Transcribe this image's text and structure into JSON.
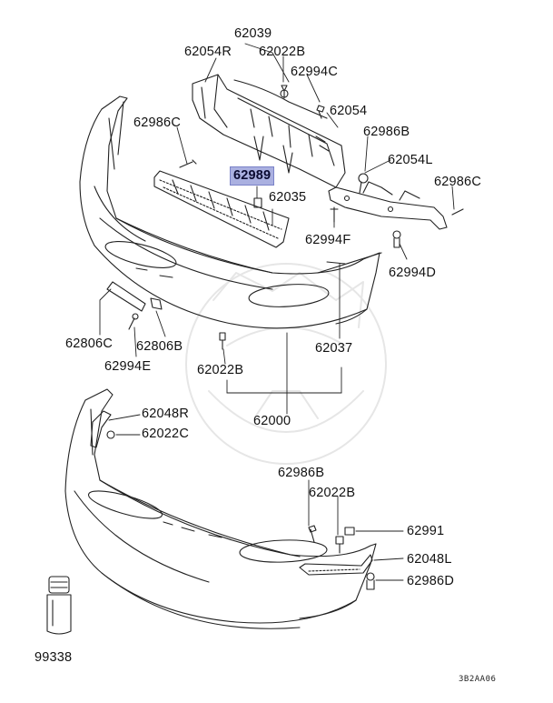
{
  "diagram": {
    "drawing_code": "3B2AA06",
    "highlighted_part": "62989",
    "labels": {
      "p62039": "62039",
      "p62054R": "62054R",
      "p62022B_top": "62022B",
      "p62994C": "62994C",
      "p62054": "62054",
      "p62986C_left": "62986C",
      "p62986B_top": "62986B",
      "p62989": "62989",
      "p62054L": "62054L",
      "p62986C_right": "62986C",
      "p62035": "62035",
      "p62994F": "62994F",
      "p62994D": "62994D",
      "p62806C": "62806C",
      "p62806B": "62806B",
      "p62994E": "62994E",
      "p62037": "62037",
      "p62022B_mid": "62022B",
      "p62000": "62000",
      "p62048R": "62048R",
      "p62022C": "62022C",
      "p62986B_low": "62986B",
      "p62022B_low": "62022B",
      "p62991": "62991",
      "p62048L": "62048L",
      "p62986D": "62986D",
      "p99338": "99338"
    }
  }
}
